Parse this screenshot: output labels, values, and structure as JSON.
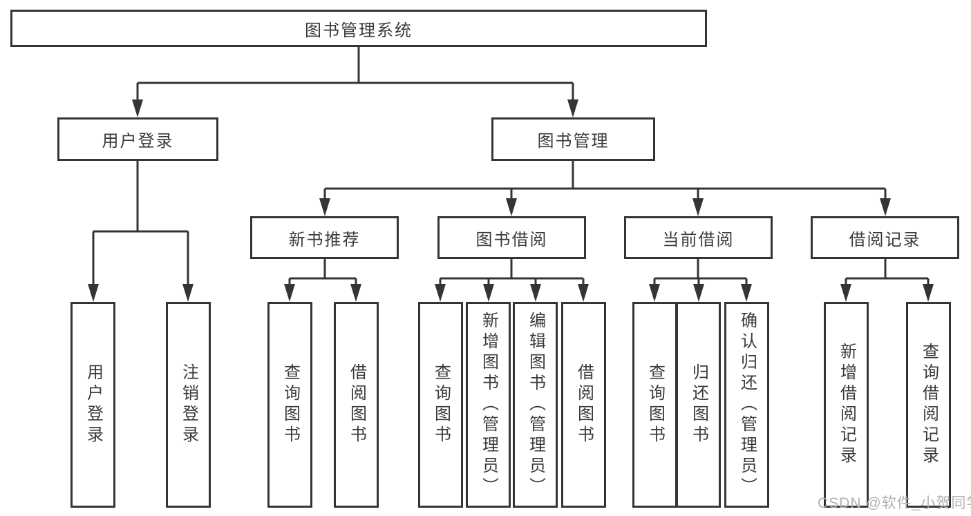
{
  "diagram": {
    "root": {
      "label": "图书管理系统"
    },
    "children": [
      {
        "label": "用户登录",
        "children": [
          {
            "label": "用户登录"
          },
          {
            "label": "注销登录"
          }
        ]
      },
      {
        "label": "图书管理",
        "children": [
          {
            "label": "新书推荐",
            "children": [
              {
                "label": "查询图书"
              },
              {
                "label": "借阅图书"
              }
            ]
          },
          {
            "label": "图书借阅",
            "children": [
              {
                "label": "查询图书"
              },
              {
                "label": "新增图书（管理员）"
              },
              {
                "label": "编辑图书（管理员）"
              },
              {
                "label": "借阅图书"
              }
            ]
          },
          {
            "label": "当前借阅",
            "children": [
              {
                "label": "查询图书"
              },
              {
                "label": "归还图书"
              },
              {
                "label": "确认归还（管理员）"
              }
            ]
          },
          {
            "label": "借阅记录",
            "children": [
              {
                "label": "新增借阅记录"
              },
              {
                "label": "查询借阅记录"
              }
            ]
          }
        ]
      }
    ]
  },
  "watermark": {
    "text": "CSDN @软件_小贺同学"
  },
  "colors": {
    "line": "#343434",
    "node_border": "#343434",
    "text": "#3a3a3a",
    "watermark": "#b1b1b1",
    "background": "#ffffff"
  }
}
